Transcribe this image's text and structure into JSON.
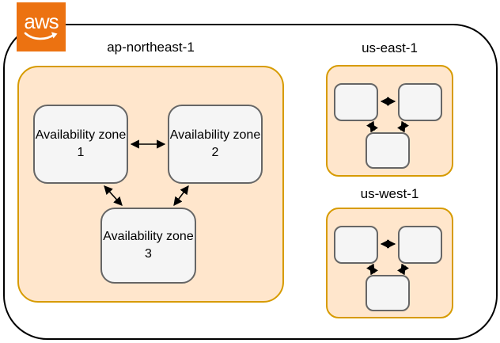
{
  "diagram_type": "aws-region-architecture",
  "colors": {
    "outer_border": "#000000",
    "aws_logo_bg": "#EC7211",
    "region_fill": "#FFE6CC",
    "region_border": "#D79B00",
    "node_fill": "#F5F5F5",
    "node_border": "#666666",
    "arrow_color": "#000000",
    "text_color": "#000000"
  },
  "logo": {
    "text": "aws"
  },
  "regions": [
    {
      "label": "ap-northeast-1",
      "zones": [
        {
          "label": "Availability zone 1"
        },
        {
          "label": "Availability zone 2"
        },
        {
          "label": "Availability zone 3"
        }
      ]
    },
    {
      "label": "us-east-1",
      "zones": [
        {
          "label": ""
        },
        {
          "label": ""
        },
        {
          "label": ""
        }
      ]
    },
    {
      "label": "us-west-1",
      "zones": [
        {
          "label": ""
        },
        {
          "label": ""
        },
        {
          "label": ""
        }
      ]
    }
  ],
  "connections": [
    {
      "region": "ap-northeast-1",
      "from": "Availability zone 1",
      "to": "Availability zone 2",
      "bidirectional": true
    },
    {
      "region": "ap-northeast-1",
      "from": "Availability zone 1",
      "to": "Availability zone 3",
      "bidirectional": true
    },
    {
      "region": "ap-northeast-1",
      "from": "Availability zone 2",
      "to": "Availability zone 3",
      "bidirectional": true
    },
    {
      "region": "us-east-1",
      "from": "zone-1",
      "to": "zone-2",
      "bidirectional": true
    },
    {
      "region": "us-east-1",
      "from": "zone-1",
      "to": "zone-3",
      "bidirectional": true
    },
    {
      "region": "us-east-1",
      "from": "zone-2",
      "to": "zone-3",
      "bidirectional": true
    },
    {
      "region": "us-west-1",
      "from": "zone-1",
      "to": "zone-2",
      "bidirectional": true
    },
    {
      "region": "us-west-1",
      "from": "zone-1",
      "to": "zone-3",
      "bidirectional": true
    },
    {
      "region": "us-west-1",
      "from": "zone-2",
      "to": "zone-3",
      "bidirectional": true
    }
  ]
}
